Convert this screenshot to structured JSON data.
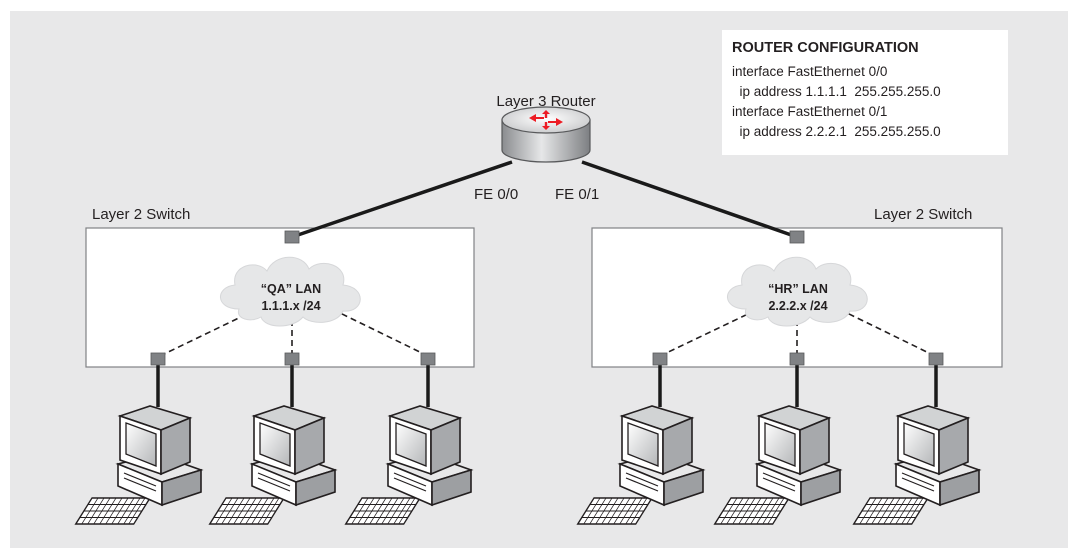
{
  "router": {
    "title": "Layer 3 Router",
    "port_left": "FE 0/0",
    "port_right": "FE 0/1"
  },
  "config": {
    "title": "ROUTER CONFIGURATION",
    "lines": [
      "interface FastEthernet 0/0",
      "  ip address 1.1.1.1  255.255.255.0",
      "interface FastEthernet 0/1",
      "  ip address 2.2.2.1  255.255.255.0"
    ]
  },
  "switches": [
    {
      "label": "Layer 2 Switch",
      "lan_name": "“QA” LAN",
      "lan_subnet": "1.1.1.x /24"
    },
    {
      "label": "Layer 2 Switch",
      "lan_name": "“HR” LAN",
      "lan_subnet": "2.2.2.x /24"
    }
  ],
  "colors": {
    "background": "#e8e8e9",
    "link": "#1a1a1a",
    "port": "#808285",
    "router_arrows": "#ed1c24",
    "cloud": "#e6e7e8"
  },
  "icons": [
    "router-icon",
    "cloud-icon",
    "computer-icon",
    "keyboard-icon",
    "switch-port-icon"
  ]
}
